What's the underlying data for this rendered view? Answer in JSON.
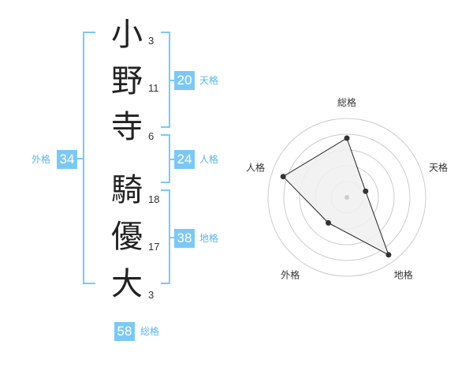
{
  "characters": [
    {
      "char": "小",
      "strokes": "3"
    },
    {
      "char": "野",
      "strokes": "11"
    },
    {
      "char": "寺",
      "strokes": "6"
    },
    {
      "char": "騎",
      "strokes": "18"
    },
    {
      "char": "優",
      "strokes": "17"
    },
    {
      "char": "大",
      "strokes": "3"
    }
  ],
  "kaku": {
    "tenkaku": {
      "value": "20",
      "label": "天格"
    },
    "jinkaku": {
      "value": "24",
      "label": "人格"
    },
    "chikaku": {
      "value": "38",
      "label": "地格"
    },
    "gaikaku": {
      "value": "34",
      "label": "外格"
    },
    "soukaku": {
      "value": "58",
      "label": "総格"
    }
  },
  "chart_data": {
    "type": "radar",
    "axes": [
      "総格",
      "天格",
      "地格",
      "外格",
      "人格"
    ],
    "values": [
      0.75,
      0.25,
      0.9,
      0.4,
      0.85
    ],
    "rings": 5,
    "colors": {
      "fill": "#f0f0f0",
      "stroke": "#222222",
      "ring": "#cccccc",
      "point": "#333333"
    }
  }
}
